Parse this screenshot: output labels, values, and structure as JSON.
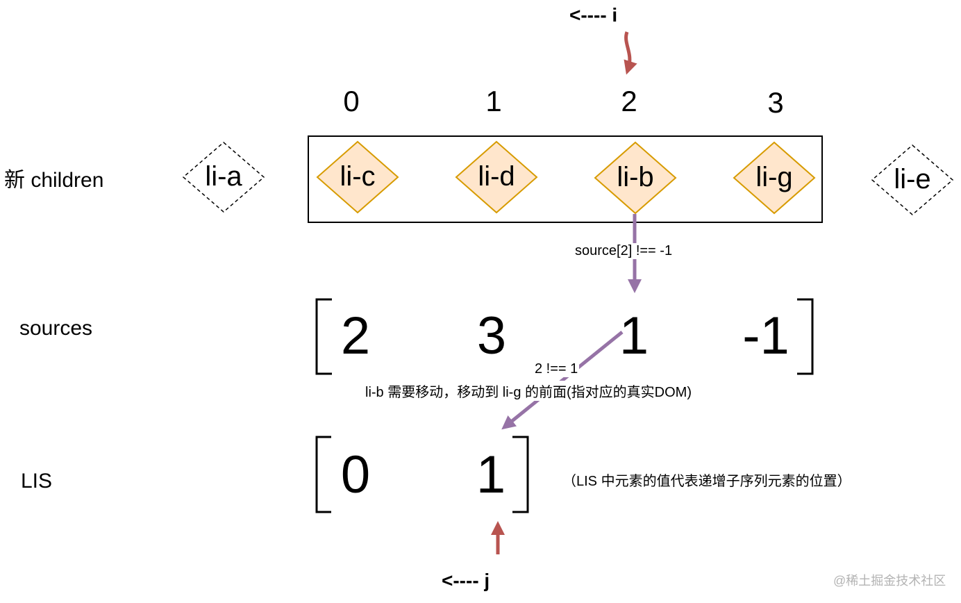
{
  "pointers": {
    "i": "<---- i",
    "j": "<---- j"
  },
  "indices": [
    "0",
    "1",
    "2",
    "3"
  ],
  "row_labels": {
    "new_children": "新 children",
    "sources": "sources",
    "lis": "LIS"
  },
  "new_children": {
    "outside_left": "li-a",
    "items": [
      "li-c",
      "li-d",
      "li-b",
      "li-g"
    ],
    "outside_right": "li-e"
  },
  "sources": [
    "2",
    "3",
    "1",
    "-1"
  ],
  "lis": [
    "0",
    "1"
  ],
  "edge_labels": {
    "source_check": "source[2] !== -1",
    "compare": "2 !== 1",
    "move": "li-b 需要移动，移动到 li-g 的前面(指对应的真实DOM)"
  },
  "lis_note": "（LIS 中元素的值代表递增子序列元素的位置）",
  "watermark": "@稀土掘金技术社区",
  "colors": {
    "node_fill": "#ffe6cc",
    "node_stroke": "#d79b00",
    "arrow_red": "#b85450",
    "arrow_purple": "#9673a6"
  }
}
